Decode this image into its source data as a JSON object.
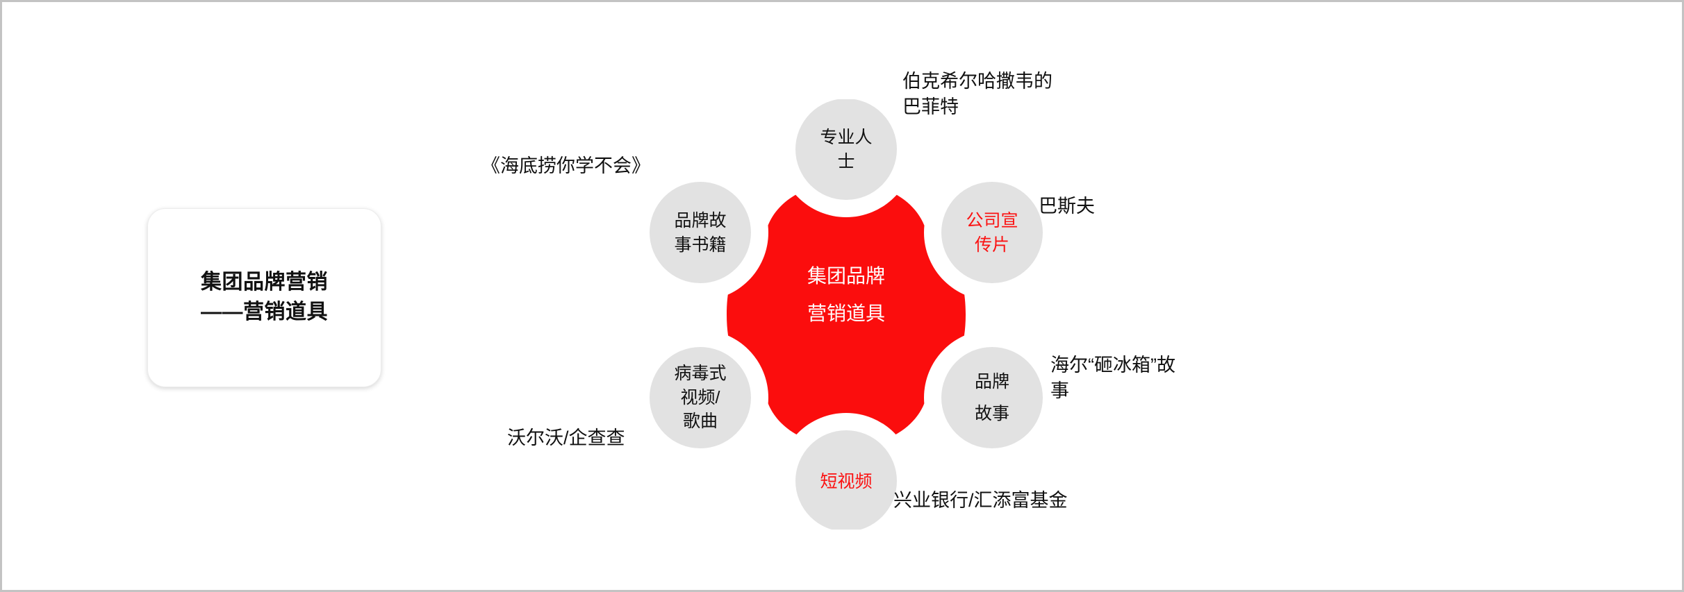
{
  "slide": {
    "background_color": "#ffffff",
    "border_color": "#c3c3c3"
  },
  "title_card": {
    "text": "集团品牌营销\n——营销道具"
  },
  "diagram": {
    "type": "hub-and-spoke",
    "hub": {
      "label": "集团品牌\n营销道具",
      "fill_color": "#fb0d0d",
      "text_color": "#ffffff"
    },
    "node_fill_color": "#e2e2e2",
    "nodes": [
      {
        "id": "professionals",
        "label": "专业人\n士",
        "text_color": "#111111",
        "position": "top"
      },
      {
        "id": "company-video",
        "label": "公司宣\n传片",
        "text_color": "#fb1212",
        "position": "top-right"
      },
      {
        "id": "brand-story",
        "label": "品牌\n故事",
        "text_color": "#111111",
        "position": "bottom-right"
      },
      {
        "id": "short-video",
        "label": "短视频",
        "text_color": "#fb1212",
        "position": "bottom"
      },
      {
        "id": "viral-video",
        "label": "病毒式\n视频/\n歌曲",
        "text_color": "#111111",
        "position": "bottom-left"
      },
      {
        "id": "brand-book",
        "label": "品牌故\n事书籍",
        "text_color": "#111111",
        "position": "top-left"
      }
    ],
    "annotations": [
      {
        "id": "buffett",
        "text": "伯克希尔哈撒韦的\n巴菲特"
      },
      {
        "id": "basf",
        "text": "巴斯夫"
      },
      {
        "id": "haier",
        "text": "海尔“砸冰箱”故\n事"
      },
      {
        "id": "funds",
        "text": "兴业银行/汇添富基金"
      },
      {
        "id": "volvo",
        "text": "沃尔沃/企查查"
      },
      {
        "id": "haidilao",
        "text": "《海底捞你学不会》"
      }
    ]
  }
}
